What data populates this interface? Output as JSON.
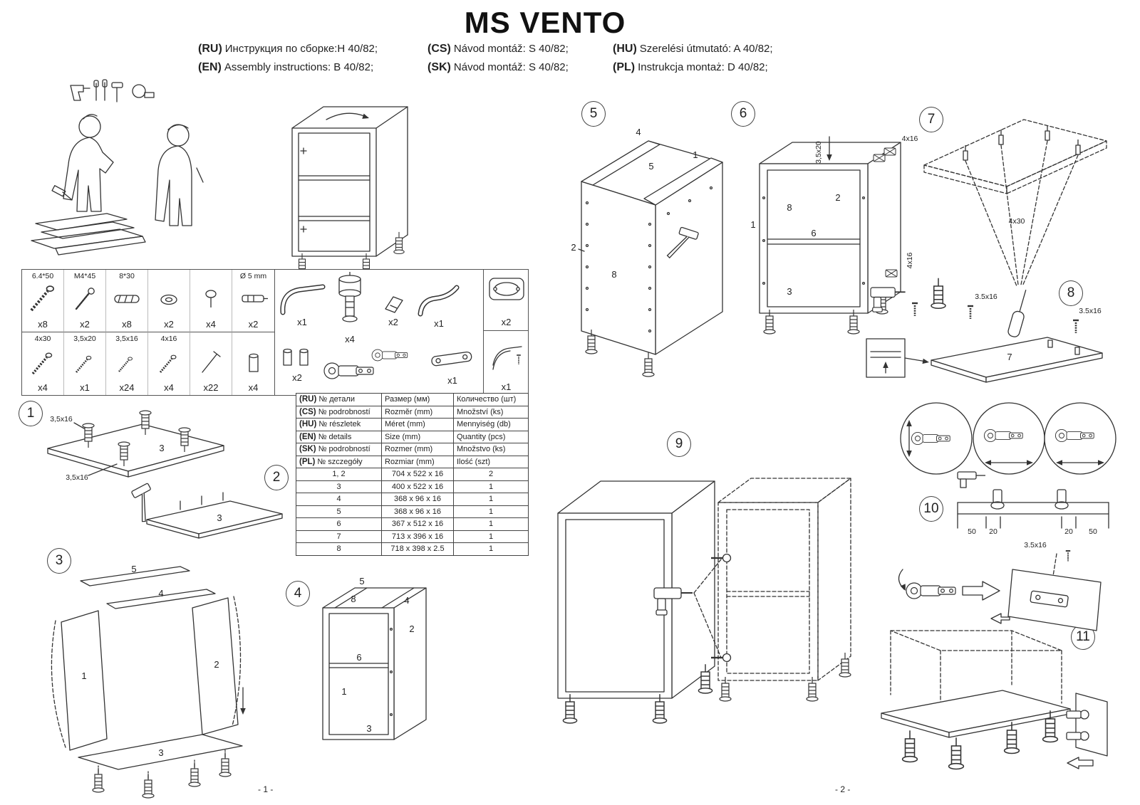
{
  "title": "MS VENTO",
  "header": {
    "langs": [
      {
        "code": "(RU)",
        "text": "Инструкция по сборке:H 40/82;"
      },
      {
        "code": "(EN)",
        "text": "Assembly instructions: B 40/82;"
      },
      {
        "code": "(CS)",
        "text": "Návod montáž: S 40/82;"
      },
      {
        "code": "(SK)",
        "text": "Návod montáž: S 40/82;"
      },
      {
        "code": "(HU)",
        "text": "Szerelési útmutató: A 40/82;"
      },
      {
        "code": "(PL)",
        "text": "Instrukcja montaż: D 40/82;"
      }
    ]
  },
  "hardware": {
    "row1": [
      {
        "label": "6.4*50",
        "qty": "x8"
      },
      {
        "label": "M4*45",
        "qty": "x2"
      },
      {
        "label": "8*30",
        "qty": "x8"
      },
      {
        "label": "",
        "qty": "x2"
      },
      {
        "label": "",
        "qty": "x4"
      },
      {
        "label": "Ø 5 mm",
        "qty": "x2"
      }
    ],
    "row2": [
      {
        "label": "4x30",
        "qty": "x4"
      },
      {
        "label": "3,5x20",
        "qty": "x1"
      },
      {
        "label": "3,5x16",
        "qty": "x24"
      },
      {
        "label": "4x16",
        "qty": "x4"
      },
      {
        "label": "",
        "qty": "x22"
      },
      {
        "label": "",
        "qty": "x4"
      }
    ],
    "right": {
      "handle": "x1",
      "leg": "x4",
      "clip": "x2",
      "pipe": "x1",
      "plate": "x2",
      "sleeves": "x2",
      "arm": "x1",
      "corner": "x1"
    }
  },
  "parts_table": {
    "langs": [
      {
        "code": "(RU)",
        "col1": "№ детали",
        "col2": "Размер  (мм)",
        "col3": "Количество (шт)"
      },
      {
        "code": "(CS)",
        "col1": "№ podrobností",
        "col2": "Rozměr (mm)",
        "col3": "Množství (ks)"
      },
      {
        "code": "(HU)",
        "col1": "№ részletek",
        "col2": "Méret (mm)",
        "col3": "Mennyiség (db)"
      },
      {
        "code": "(EN)",
        "col1": "№ details",
        "col2": "Size (mm)",
        "col3": "Quantity  (pcs)"
      },
      {
        "code": "(SK)",
        "col1": "№ podrobností",
        "col2": "Rozmer (mm)",
        "col3": "Množstvo (ks)"
      },
      {
        "code": "(PL)",
        "col1": "№ szczegóły",
        "col2": "Rozmiar (mm)",
        "col3": "Ilość (szt)"
      }
    ],
    "rows": [
      {
        "no": "1, 2",
        "size": "704 x 522 x 16",
        "qty": "2"
      },
      {
        "no": "3",
        "size": "400 x 522 x 16",
        "qty": "1"
      },
      {
        "no": "4",
        "size": "368 x 96 x 16",
        "qty": "1"
      },
      {
        "no": "5",
        "size": "368 x 96 x 16",
        "qty": "1"
      },
      {
        "no": "6",
        "size": "367 x 512 x 16",
        "qty": "1"
      },
      {
        "no": "7",
        "size": "713 x 396 x 16",
        "qty": "1"
      },
      {
        "no": "8",
        "size": "718 x 398 x 2.5",
        "qty": "1"
      }
    ]
  },
  "steps": {
    "s1": "1",
    "s2": "2",
    "s3": "3",
    "s4": "4",
    "s5": "5",
    "s6": "6",
    "s7": "7",
    "s8": "8",
    "s9": "9",
    "s10": "10",
    "s11": "11"
  },
  "ann": {
    "step1_screw1": "3,5x16",
    "step1_screw2": "3,5x16",
    "step1_part3": "3",
    "step2_part3": "3",
    "step3_p5": "5",
    "step3_p4": "4",
    "step3_p1": "1",
    "step3_p2": "2",
    "step3_p3": "3",
    "step4_p5": "5",
    "step4_p8": "8",
    "step4_p4": "4",
    "step4_p2": "2",
    "step4_p6": "6",
    "step4_p1": "1",
    "step4_p3": "3",
    "step5_p4": "4",
    "step5_p1": "1",
    "step5_p5": "5",
    "step5_p2": "2",
    "step5_p8": "8",
    "step6_screw1": "3,5x20",
    "step6_screw2": "4x16",
    "step6_screw3": "4x16",
    "step6_p8": "8",
    "step6_p2": "2",
    "step6_p6": "6",
    "step6_p1": "1",
    "step6_p3": "3",
    "step7_screw": "4x30",
    "step8_screw1": "3.5x16",
    "step8_screw2": "3.5x16",
    "step8_part7": "7",
    "step10_d1": "50",
    "step10_d2": "20",
    "step10_d3": "20",
    "step10_d4": "50",
    "hinge_screw": "3.5x16"
  },
  "footer": {
    "left": "- 1 -",
    "right": "- 2 -"
  }
}
